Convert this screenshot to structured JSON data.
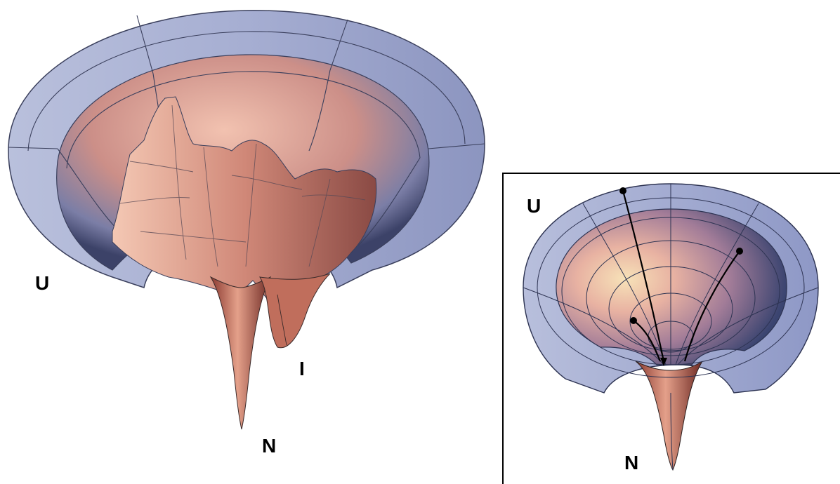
{
  "left_panel": {
    "label_u": "U",
    "label_i": "I",
    "label_n": "N"
  },
  "right_panel": {
    "label_u": "U",
    "label_n": "N"
  },
  "colors": {
    "rim": "#9aa5cc",
    "warm": "#e8b4a0",
    "deep": "#b55a48",
    "dark": "#2d3352"
  }
}
